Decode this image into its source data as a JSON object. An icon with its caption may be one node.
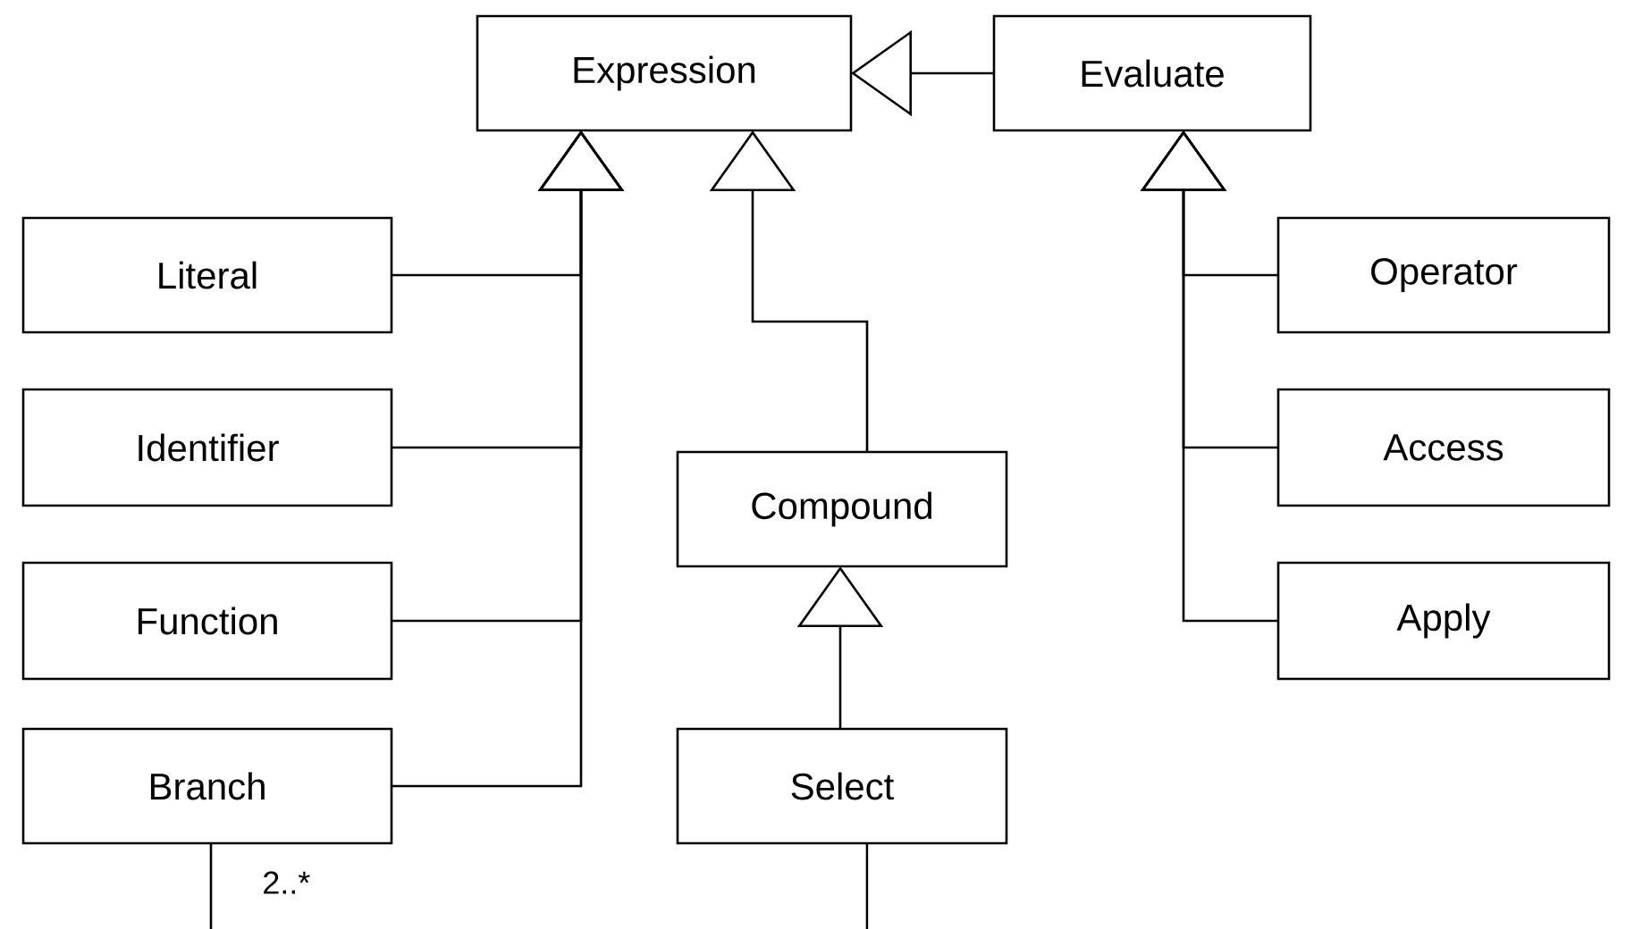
{
  "diagram": {
    "nodes": [
      {
        "text": [
          "Expression"
        ]
      },
      {
        "text": [
          "Evaluate"
        ]
      },
      {
        "text": [
          "Literal"
        ]
      },
      {
        "text": [
          "Identifier"
        ]
      },
      {
        "text": [
          "Function"
        ]
      },
      {
        "text": [
          "Branch"
        ]
      },
      {
        "text": [
          "Compound"
        ]
      },
      {
        "text": [
          "Select"
        ]
      },
      {
        "text": [
          "Operator"
        ]
      },
      {
        "text": [
          "Access"
        ]
      },
      {
        "text": [
          "Apply"
        ]
      }
    ],
    "edges": [
      {
        "from": 1,
        "to": 0,
        "arrow": "to"
      },
      {
        "from": 2,
        "to": 0,
        "arrow": "to"
      },
      {
        "from": 3,
        "to": 0,
        "arrow": "to"
      },
      {
        "from": 4,
        "to": 0,
        "arrow": "to"
      },
      {
        "from": 5,
        "to": 0,
        "arrow": "to"
      },
      {
        "from": 6,
        "to": 0,
        "arrow": "to"
      },
      {
        "from": 7,
        "to": 6,
        "arrow": "to"
      },
      {
        "from": 8,
        "to": 1,
        "arrow": "to"
      },
      {
        "from": 9,
        "to": 1,
        "arrow": "to"
      },
      {
        "from": 10,
        "to": 1,
        "arrow": "to"
      },
      {
        "from": 5,
        "to": null,
        "arrow": "none",
        "label": "2..*"
      },
      {
        "from": 7,
        "to": null,
        "arrow": "none"
      }
    ]
  }
}
